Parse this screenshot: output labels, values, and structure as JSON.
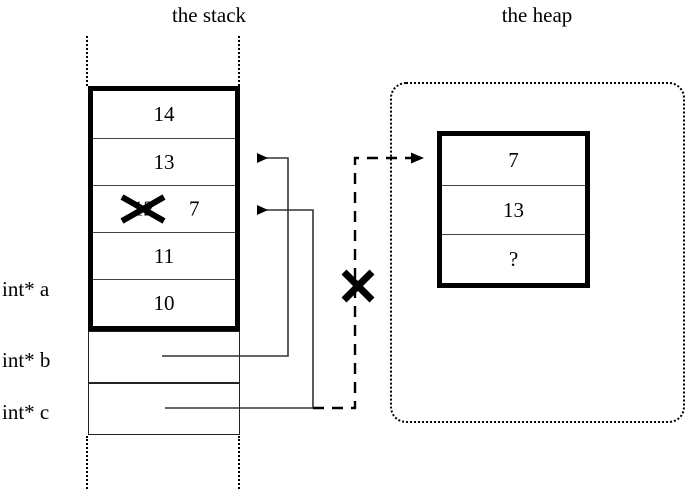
{
  "titles": {
    "stack": "the stack",
    "heap": "the heap"
  },
  "stack": {
    "frame_cells": [
      {
        "value": "14"
      },
      {
        "value": "13"
      },
      {
        "value": "",
        "old_value": "12",
        "new_value": "7",
        "struck": true
      },
      {
        "value": "11"
      },
      {
        "value": "10"
      }
    ],
    "pointer_rows": [
      {
        "label": "int* b"
      },
      {
        "label": "int* c"
      }
    ],
    "labels": {
      "a": "int* a",
      "b": "int* b",
      "c": "int* c"
    }
  },
  "heap": {
    "block_cells": [
      {
        "value": "7"
      },
      {
        "value": "13"
      },
      {
        "value": "?"
      }
    ]
  },
  "annotations": {
    "struck_pointer_mark": "x-mark",
    "struck_value_mark": "x-mark"
  },
  "colors": {
    "ink": "#000000",
    "thin_rule": "#444444",
    "wire": "#333333"
  }
}
